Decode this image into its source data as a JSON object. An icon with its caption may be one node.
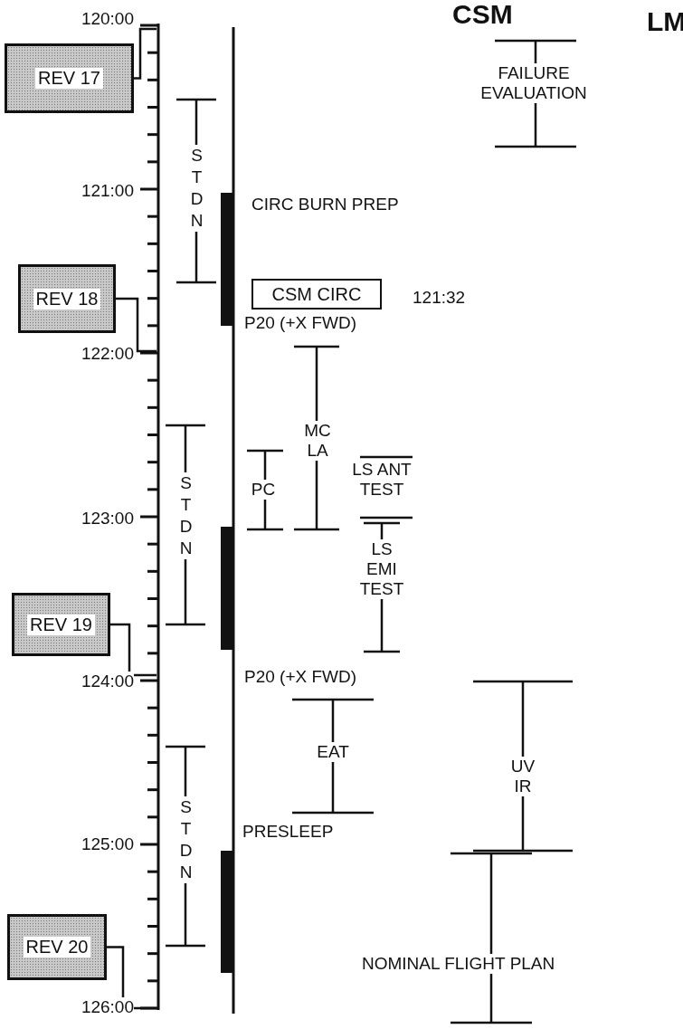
{
  "diagram": {
    "nodes": [
      {
        "text": [
          "REV 17"
        ]
      },
      {
        "text": [
          "REV 18"
        ]
      },
      {
        "text": [
          "CSM CIRC"
        ]
      },
      {
        "text": [
          "REV 19"
        ]
      },
      {
        "text": [
          "REV 20"
        ]
      },
      {
        "text": [],
        "shape": "bar"
      }
    ],
    "edges": [
      {
        "from": 0,
        "to": 5,
        "arrow": "none"
      },
      {
        "from": 1,
        "to": 5,
        "arrow": "none"
      },
      {
        "from": 3,
        "to": 5,
        "arrow": "none"
      },
      {
        "from": 4,
        "to": 5,
        "arrow": "none"
      }
    ],
    "labels": [
      "CSM",
      "LM",
      "120:00",
      "FAILURE EVALUATION",
      "STDN",
      "121:00",
      "CIRC BURN PREP",
      "121:32",
      "P20 (+X FWD)",
      "122:00",
      "MC LA",
      "STDN",
      "PC",
      "LS ANT TEST",
      "123:00",
      "LS EMI TEST",
      "124:00",
      "P20 (+X FWD)",
      "EAT",
      "UV IR",
      "STDN",
      "PRESLEEP",
      "125:00",
      "NOMINAL FLIGHT PLAN",
      "126:00"
    ]
  }
}
